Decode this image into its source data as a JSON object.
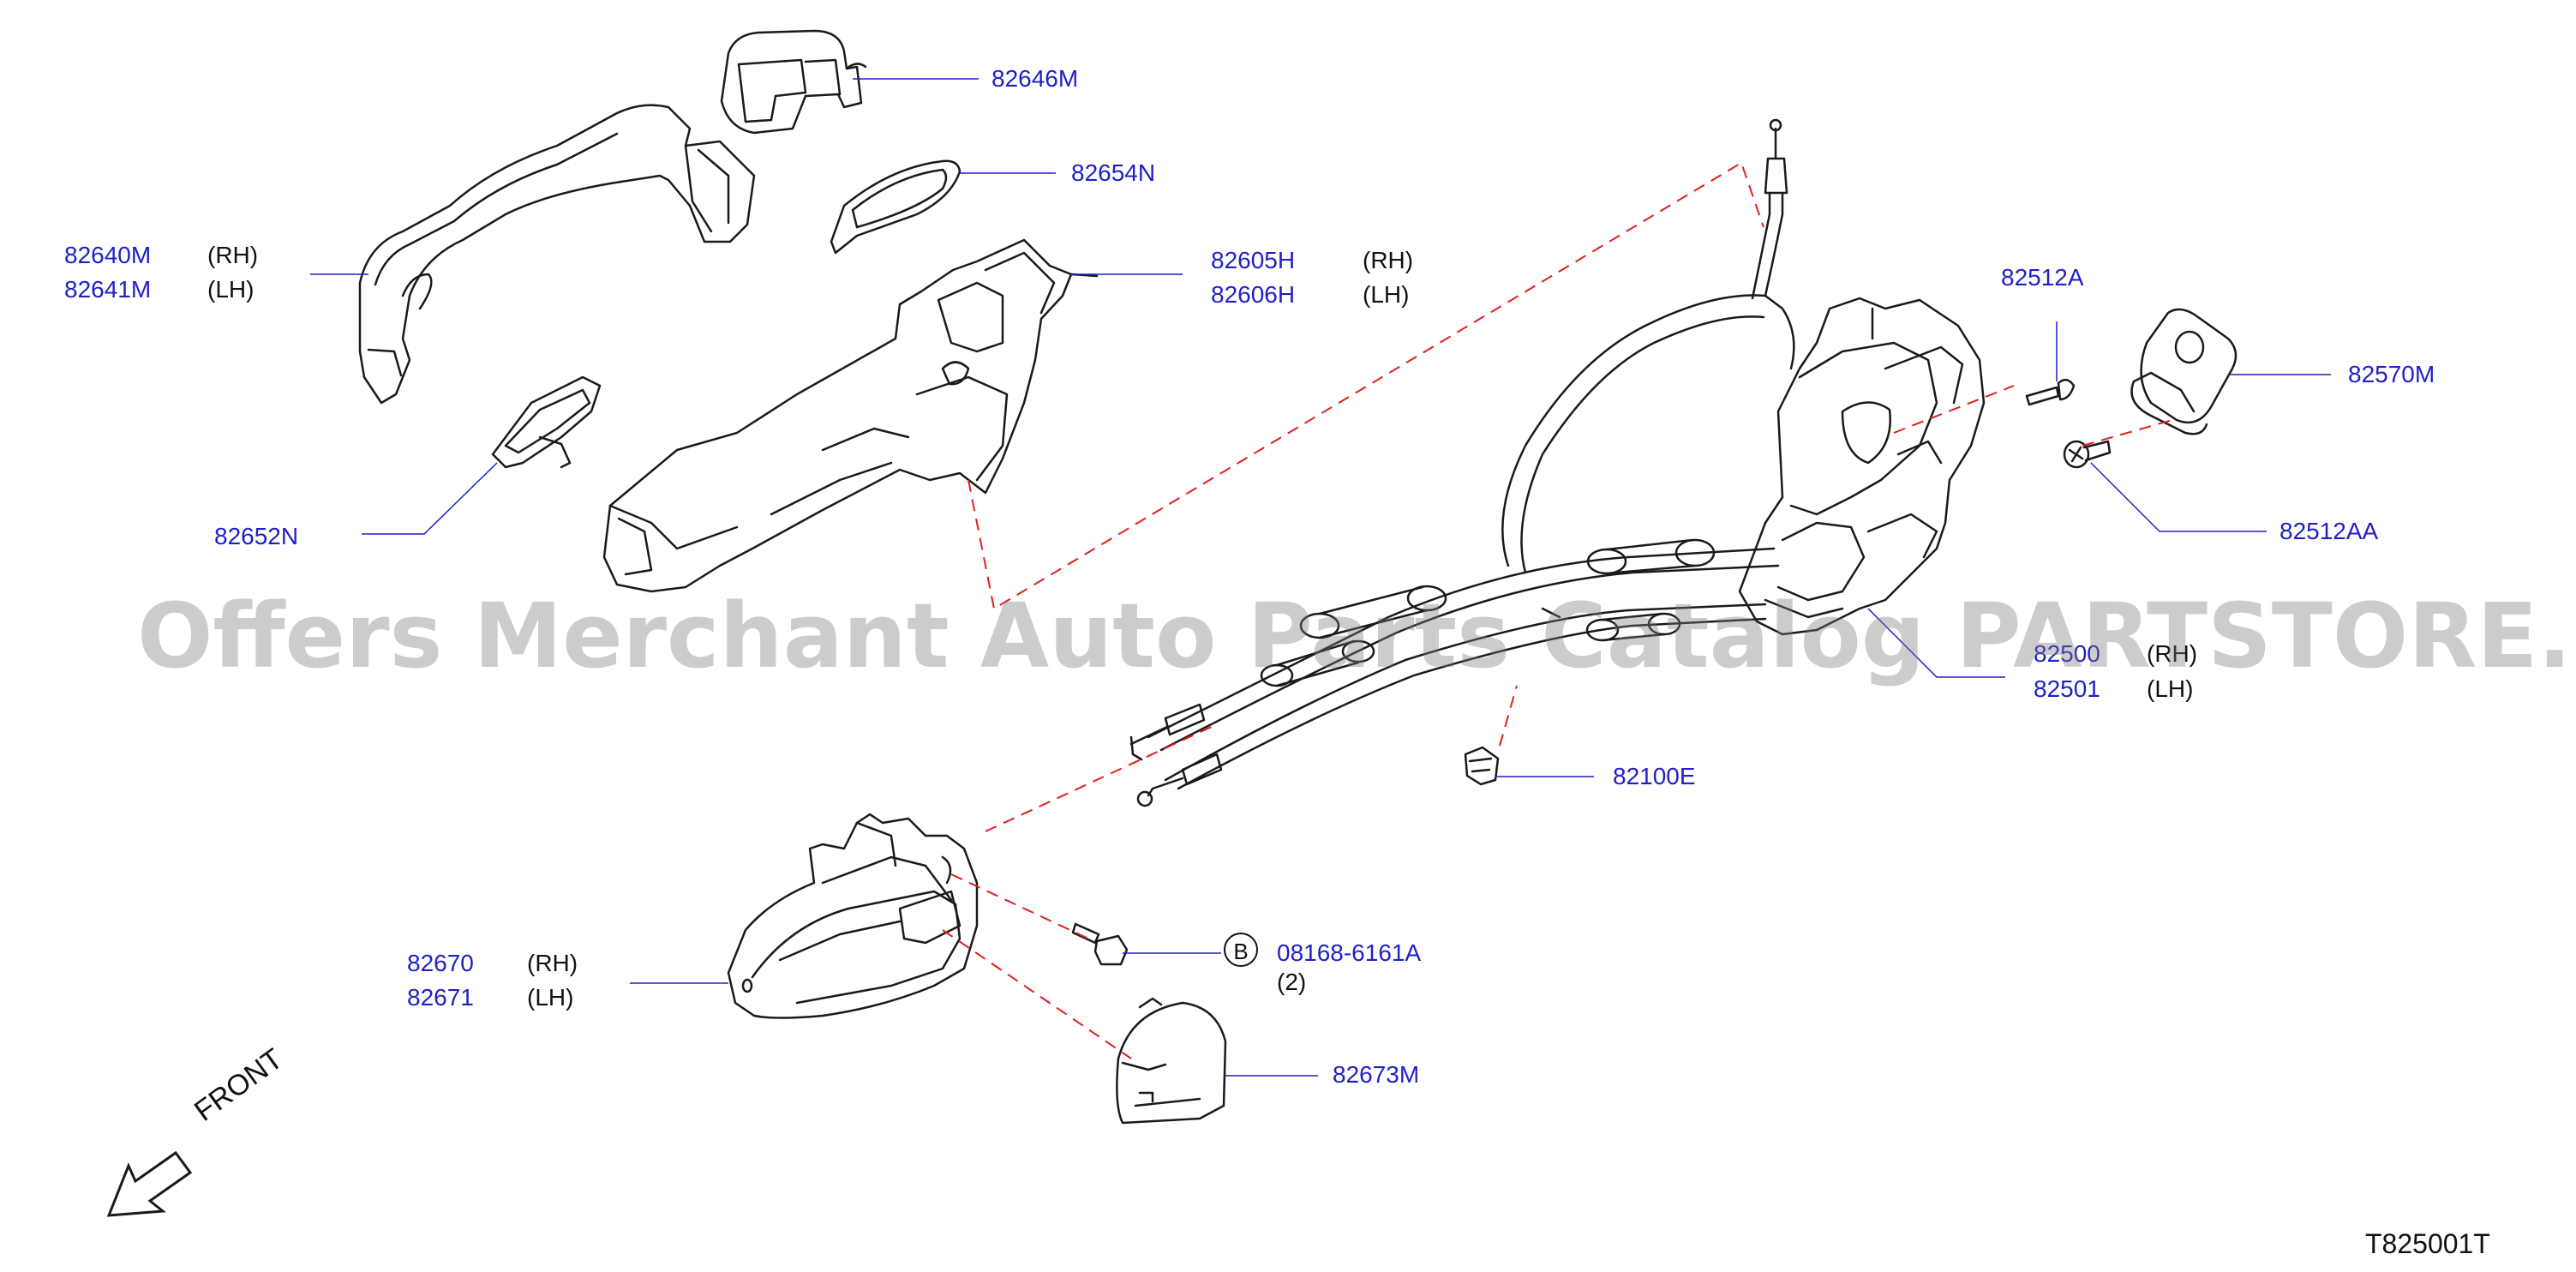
{
  "watermark": "Offers Merchant Auto Parts Catalog PARTSTORE.SA",
  "diagram_code": "T825001T",
  "front_label": "FRONT",
  "bolt_marker": "B",
  "colors": {
    "part_number": "#1f1fc8",
    "leader": "#1f1fc8",
    "dashed": "#e21d1d",
    "outline": "#1a1a1a"
  },
  "parts": {
    "p82646M": "82646M",
    "p82654N": "82654N",
    "p82640M": "82640M",
    "p82641M": "82641M",
    "p82605H": "82605H",
    "p82606H": "82606H",
    "p82652N": "82652N",
    "p82512A": "82512A",
    "p82570M": "82570M",
    "p82512AA": "82512AA",
    "p82500": "82500",
    "p82501": "82501",
    "p82100E": "82100E",
    "p08168": "08168-6161A",
    "p82670": "82670",
    "p82671": "82671",
    "p82673M": "82673M"
  },
  "sides": {
    "rh": "(RH)",
    "lh": "(LH)",
    "qty": "(2)"
  }
}
